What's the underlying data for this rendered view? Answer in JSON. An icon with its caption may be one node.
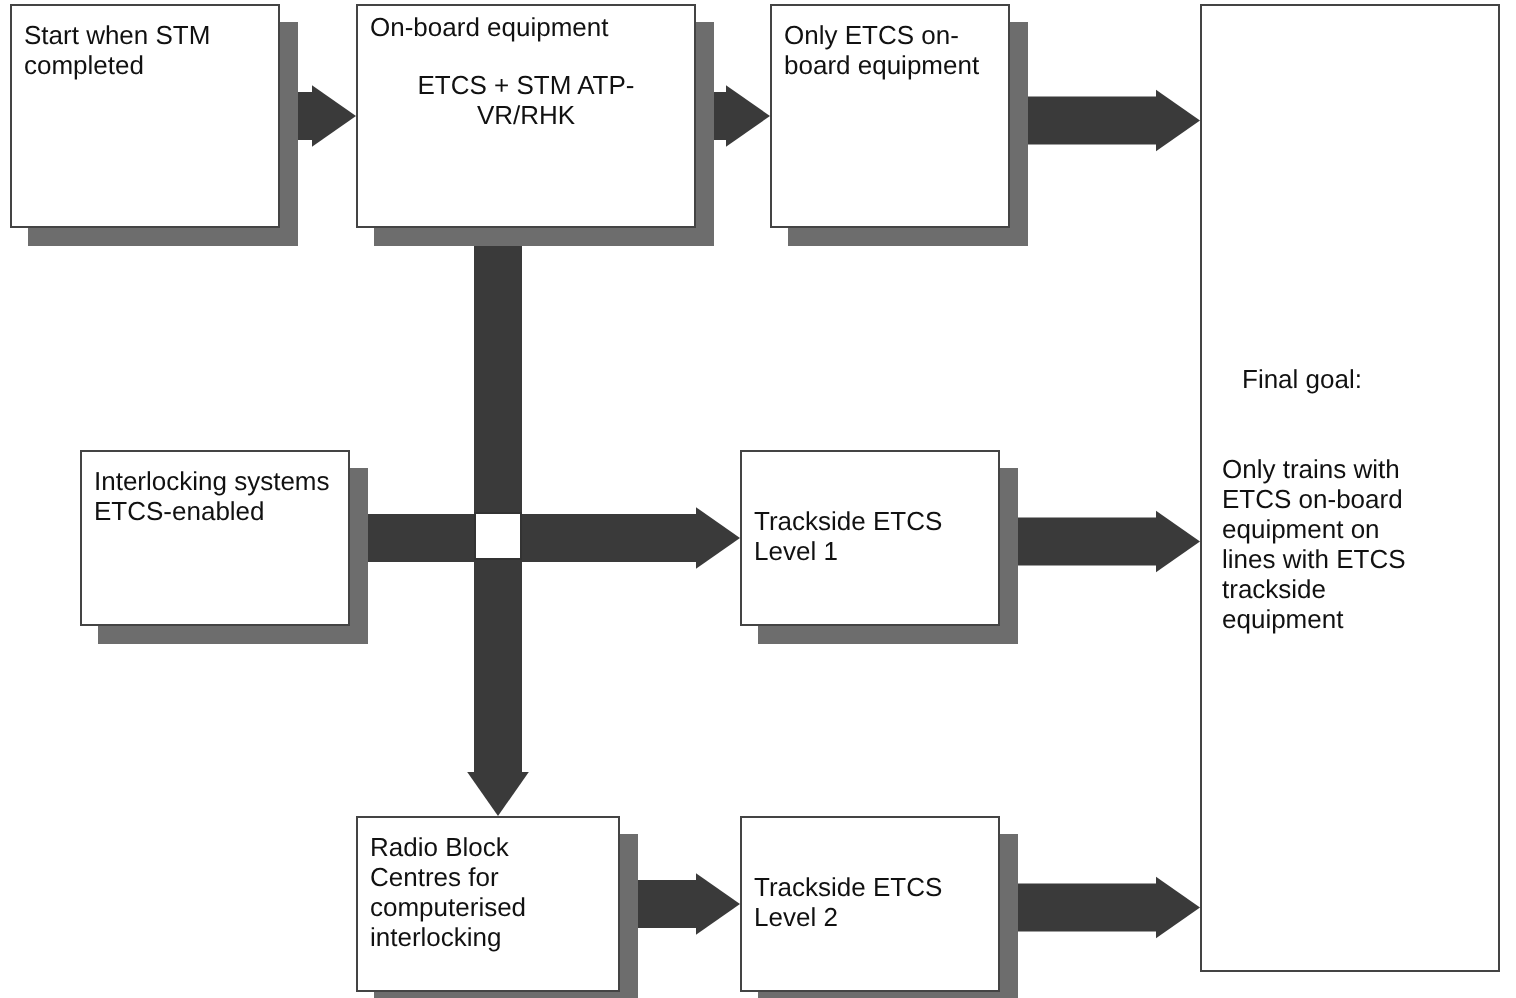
{
  "diagram": {
    "nodes": [
      {
        "text": [
          "Start when STM completed"
        ]
      },
      {
        "text": [
          "On-board equipment",
          "ETCS + STM ATP-VR/RHK"
        ]
      },
      {
        "text": [
          "Only ETCS on-board equipment"
        ]
      },
      {
        "text": [
          "Interlocking systems ETCS-enabled"
        ]
      },
      {
        "text": [
          "Trackside ETCS Level 1"
        ]
      },
      {
        "text": [
          "Final goal:",
          "Only trains with ETCS on-board equipment on lines with ETCS trackside equipment"
        ]
      },
      {
        "text": [
          "Radio Block Centres for computerised interlocking"
        ]
      },
      {
        "text": [
          "Trackside ETCS Level 2"
        ]
      }
    ],
    "edges": [
      {
        "from": 0,
        "to": 1,
        "arrow": "to"
      },
      {
        "from": 1,
        "to": 2,
        "arrow": "to"
      },
      {
        "from": 2,
        "to": 5,
        "arrow": "to"
      },
      {
        "from": 1,
        "to": 6,
        "arrow": "to"
      },
      {
        "from": 3,
        "to": 4,
        "arrow": "to"
      },
      {
        "from": 4,
        "to": 5,
        "arrow": "to"
      },
      {
        "from": 6,
        "to": 7,
        "arrow": "to"
      },
      {
        "from": 7,
        "to": 5,
        "arrow": "to"
      }
    ]
  }
}
